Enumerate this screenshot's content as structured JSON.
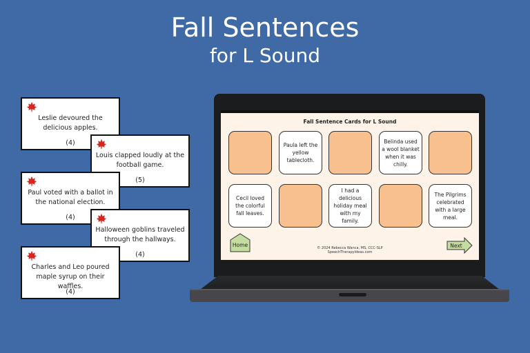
{
  "header": {
    "title": "Fall Sentences",
    "subtitle": "for L Sound"
  },
  "cards": [
    {
      "text": "Leslie devoured the delicious apples.",
      "count": "(4)"
    },
    {
      "text": "Louis clapped loudly at the football game.",
      "count": "(5)"
    },
    {
      "text": "Paul voted with a ballot in the national election.",
      "count": "(4)"
    },
    {
      "text": "Halloween goblins traveled through the hallways.",
      "count": "(4)"
    },
    {
      "text": "Charles and Leo poured maple syrup on their waffles.",
      "count": "(4)"
    }
  ],
  "screen": {
    "title": "Fall Sentence Cards for L Sound",
    "grid": [
      {
        "state": "hidden",
        "text": ""
      },
      {
        "state": "shown",
        "text": "Paula left the yellow tablecloth."
      },
      {
        "state": "hidden",
        "text": ""
      },
      {
        "state": "shown",
        "text": "Belinda used a wool blanket when it was chilly."
      },
      {
        "state": "hidden",
        "text": ""
      },
      {
        "state": "shown",
        "text": "Cecil loved the colorful fall leaves."
      },
      {
        "state": "hidden",
        "text": ""
      },
      {
        "state": "shown",
        "text": "I had a delicious holiday meal with my family."
      },
      {
        "state": "hidden",
        "text": ""
      },
      {
        "state": "shown",
        "text": "The Pilgrims celebrated with a large meal."
      }
    ],
    "home_label": "Home",
    "next_label": "Next",
    "copyright": "© 2024 Rebecca Wanca, MS, CCC-SLP",
    "site": "SpeechTherapyIdeas.com"
  },
  "colors": {
    "background": "#3f6aa5",
    "card_hidden": "#f8c08e",
    "nav_button": "#c5dca0",
    "leaf": "#d7261e"
  }
}
